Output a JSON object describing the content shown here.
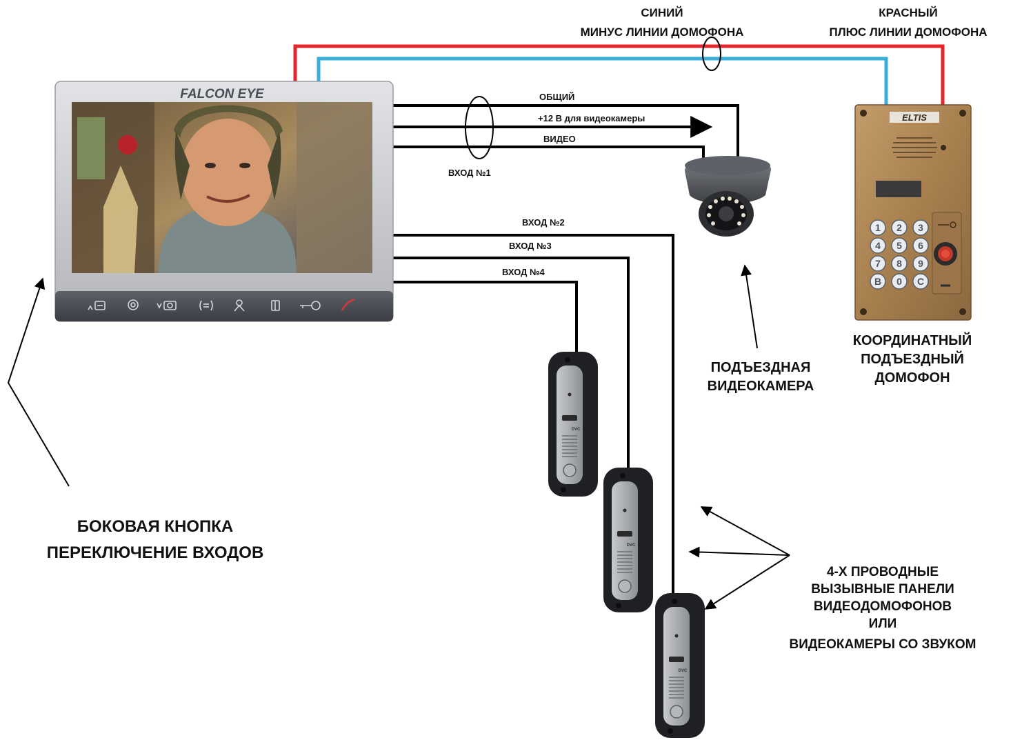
{
  "labels": {
    "blue_title": "СИНИЙ",
    "blue_desc": "МИНУС  ЛИНИИ ДОМОФОНА",
    "red_title": "КРАСНЫЙ",
    "red_desc": "ПЛЮС  ЛИНИИ ДОМОФОНА",
    "common": "ОБЩИЙ",
    "power": "+12 В для видеокамеры",
    "video": "ВИДЕО",
    "input1": "ВХОД №1",
    "input2": "ВХОД №2",
    "input3": "ВХОД №3",
    "input4": "ВХОД №4",
    "camera_caption_1": "ПОДЪЕЗДНАЯ",
    "camera_caption_2": "ВИДЕОКАМЕРА",
    "intercom_caption_1": "КООРДИНАТНЫЙ",
    "intercom_caption_2": "ПОДЪЕЗДНЫЙ",
    "intercom_caption_3": "ДОМОФОН",
    "side_button_1": "БОКОВАЯ КНОПКА",
    "side_button_2": "ПЕРЕКЛЮЧЕНИЕ  ВХОДОВ",
    "panels_1": "4-Х ПРОВОДНЫЕ",
    "panels_2": "ВЫЗЫВНЫЕ ПАНЕЛИ",
    "panels_3": "ВИДЕОДОМОФОНОВ",
    "panels_4": "ИЛИ",
    "panels_5": "ВИДЕОКАМЕРЫ СО ЗВУКОМ"
  },
  "monitor": {
    "brand": "FALCON EYE",
    "buttons": [
      "menu-up-icon",
      "settings-gear-icon",
      "camera-down-icon",
      "talk-icon",
      "user-icon",
      "door-icon",
      "key-icon",
      "hangup-icon"
    ]
  },
  "intercom": {
    "brand": "ELTIS",
    "keys": [
      "1",
      "2",
      "3",
      "4",
      "5",
      "6",
      "7",
      "8",
      "9",
      "B",
      "0",
      "C"
    ]
  },
  "call_panel": {
    "brand": "DVC"
  },
  "colors": {
    "red_wire": "#e3262b",
    "blue_wire": "#3aaed8",
    "black_wire": "#000000",
    "monitor_frame": "#c9cbcf",
    "intercom_body": "#b08a5e"
  }
}
